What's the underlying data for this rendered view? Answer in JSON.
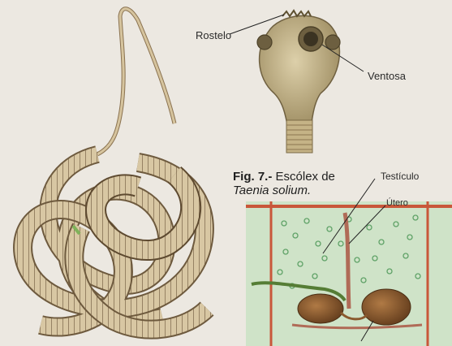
{
  "labels": {
    "rostelo": "Rostelo",
    "ventosa": "Ventosa",
    "testiculo": "Testículo",
    "utero": "Útero"
  },
  "caption": {
    "figure": "Fig. 7.-",
    "text": "Escólex de",
    "species": "Taenia solium."
  },
  "colors": {
    "worm_light": "#d8c7a3",
    "worm_dark": "#6e5a3e",
    "scolex": "#c9b98e",
    "proglottid_border": "#c9573a",
    "proglottid_fill": "#cfe3c8",
    "testes": "#5fa267",
    "ovary": "#8a5a2e"
  }
}
